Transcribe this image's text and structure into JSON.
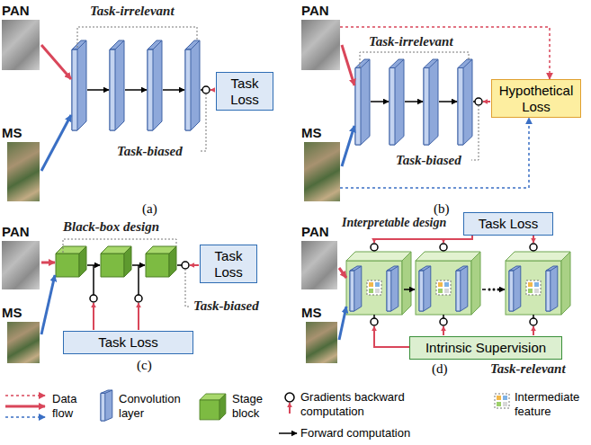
{
  "diagram": {
    "nodes": [
      {
        "text": [
          "PAN"
        ]
      },
      {
        "text": [
          "MS"
        ]
      },
      {
        "text": [
          "Task Loss"
        ]
      },
      {
        "text": [
          "PAN"
        ]
      },
      {
        "text": [
          "MS"
        ]
      },
      {
        "text": [
          "Hypothetical Loss"
        ]
      },
      {
        "text": [
          "PAN"
        ]
      },
      {
        "text": [
          "MS"
        ]
      },
      {
        "text": [
          "Task Loss"
        ]
      },
      {
        "text": [
          "Task Loss"
        ]
      },
      {
        "text": [
          "PAN"
        ]
      },
      {
        "text": [
          "MS"
        ]
      },
      {
        "text": [
          "Task Loss"
        ]
      },
      {
        "text": [
          "Intrinsic Supervision"
        ]
      }
    ],
    "edges": [
      {
        "from": 3,
        "to": 5,
        "arrow": "to"
      },
      {
        "from": 4,
        "to": 5,
        "arrow": "to"
      }
    ],
    "labels": [
      "Task-irrelevant",
      "Task-biased",
      "(a)",
      "Task-irrelevant",
      "Task-biased",
      "(b)",
      "Black-box design",
      "Task-biased",
      "(c)",
      "Interpretable design",
      "Task-relevant",
      "(d)"
    ],
    "legend": [
      {
        "text": "Data flow"
      },
      {
        "text": "Convolution layer"
      },
      {
        "text": "Stage block"
      },
      {
        "text": "Gradients backward computation"
      },
      {
        "text": "Forward computation"
      },
      {
        "text": "Intermediate feature"
      }
    ]
  }
}
